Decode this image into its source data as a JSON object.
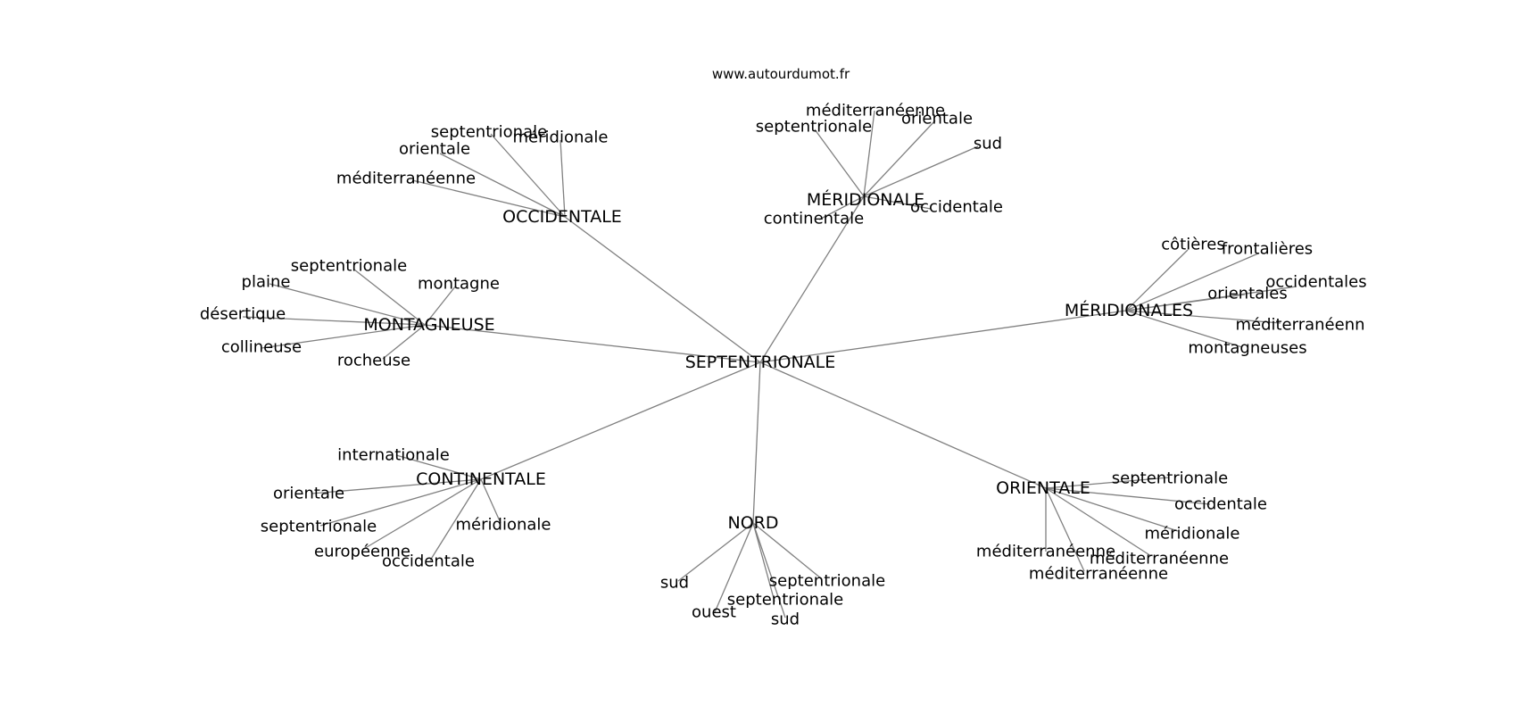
{
  "watermark": "www.autourdumot.fr",
  "root": "SEPTENTRIONALE",
  "hubs": [
    {
      "label": "OCCIDENTALE",
      "leaves": [
        "septentrionale",
        "méridionale",
        "orientale",
        "méditerranéenne"
      ]
    },
    {
      "label": "MÉRIDIONALE",
      "leaves": [
        "méditerranéenne",
        "orientale",
        "septentrionale",
        "sud",
        "occidentale",
        "continentale"
      ]
    },
    {
      "label": "MONTAGNEUSE",
      "leaves": [
        "septentrionale",
        "plaine",
        "montagne",
        "désertique",
        "collineuse",
        "rocheuse"
      ]
    },
    {
      "label": "MÉRIDIONALES",
      "leaves": [
        "côtières",
        "frontalières",
        "occidentales",
        "orientales",
        "méditerranéenn",
        "montagneuses"
      ]
    },
    {
      "label": "CONTINENTALE",
      "leaves": [
        "internationale",
        "orientale",
        "méridionale",
        "septentrionale",
        "européenne",
        "occidentale"
      ]
    },
    {
      "label": "NORD",
      "leaves": [
        "sud",
        "septentrionale",
        "septentrionale",
        "ouest",
        "sud"
      ]
    },
    {
      "label": "ORIENTALE",
      "leaves": [
        "septentrionale",
        "occidentale",
        "méridionale",
        "méditerranéenne",
        "méditerranéenne",
        "méditerranéenne"
      ]
    }
  ]
}
